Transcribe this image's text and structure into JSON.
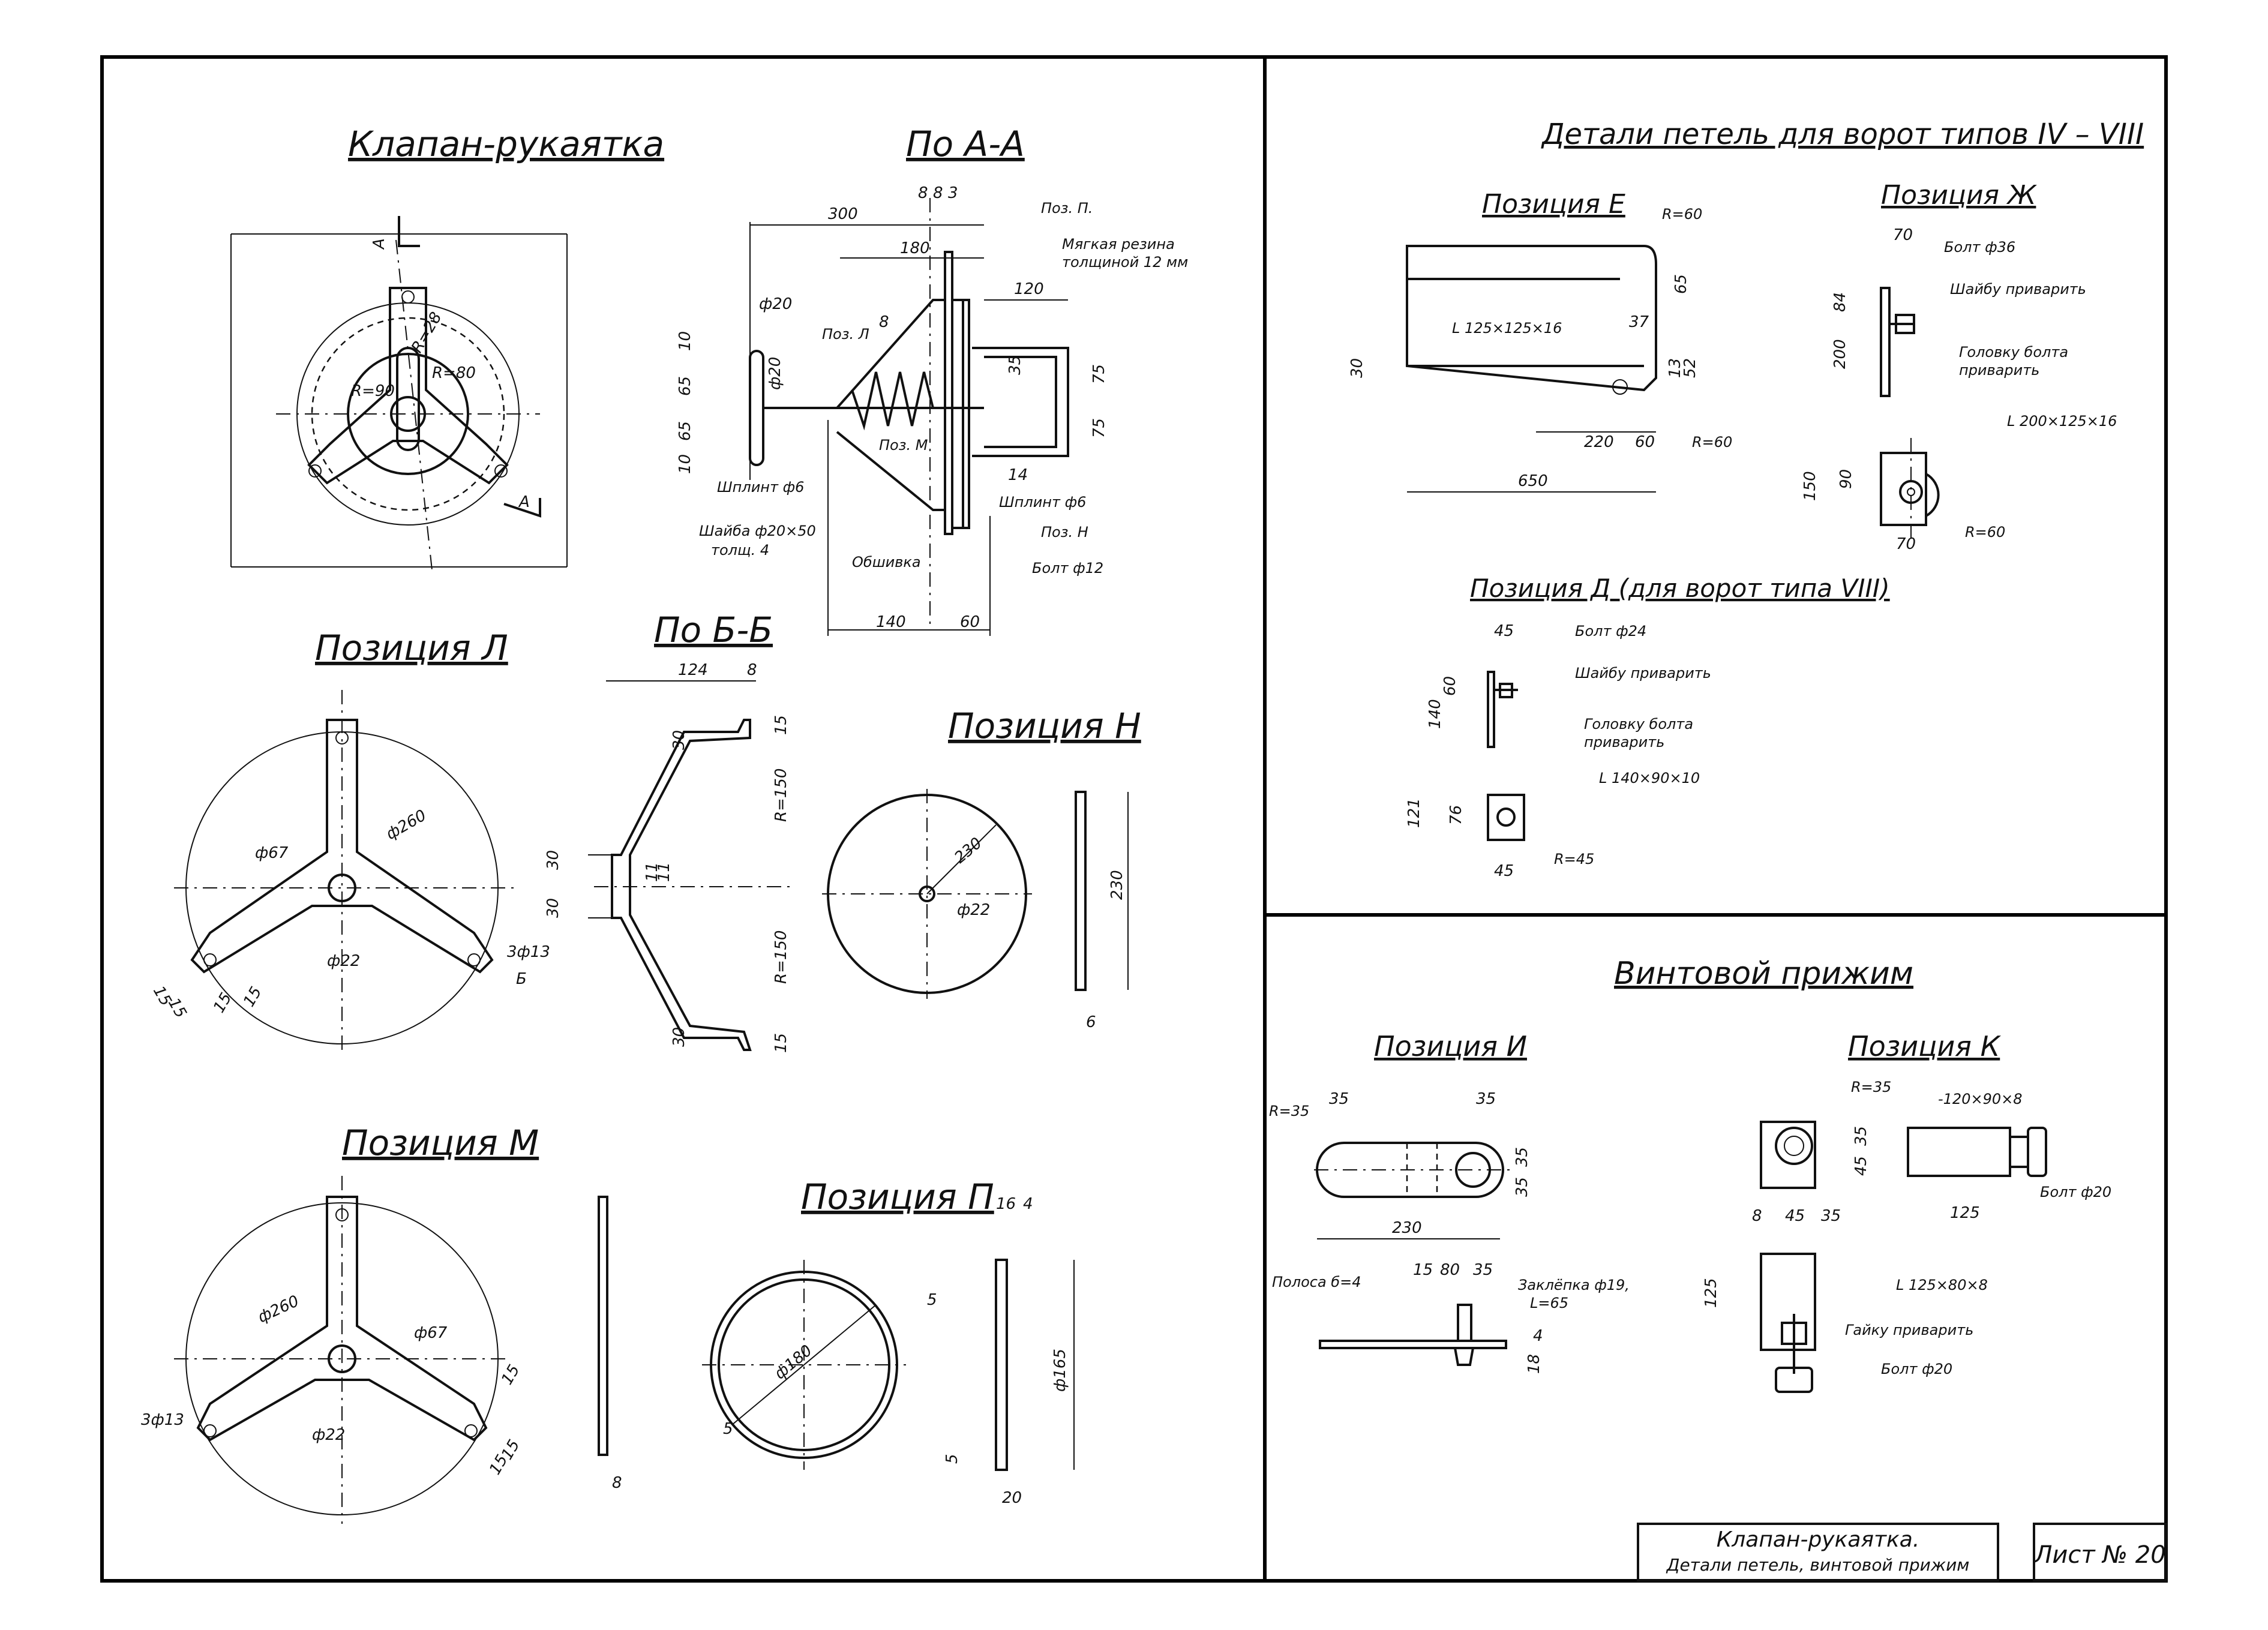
{
  "sheet": {
    "title_block": {
      "line1": "Клапан-рукаятка.",
      "line2": "Детали петель, винтовой прижим",
      "sheet_no": "Лист № 20"
    }
  },
  "klapan": {
    "title": "Клапан-рукаятка",
    "labels": {
      "R90": "R=90",
      "R80": "R=80",
      "R28": "R=28",
      "A_top": "A",
      "A_bot": "A"
    }
  },
  "section_aa": {
    "title": "По А-А",
    "dims": {
      "d300": "300",
      "d180": "180",
      "d120": "120",
      "d8a": "8",
      "d8b": "8",
      "d3": "3",
      "d20": "ф20",
      "d20b": "ф20",
      "d10a": "10",
      "d65a": "65",
      "d65b": "65",
      "d10b": "10",
      "d35": "35",
      "d75a": "75",
      "d75b": "75",
      "d14": "14",
      "d140": "140",
      "d60": "60",
      "d8": "8"
    },
    "notes": {
      "pozP": "Поз. П.",
      "rubber1": "Мягкая резина",
      "rubber2": "толщиной 12 мм",
      "pozL": "Поз. Л",
      "pozM": "Поз. М",
      "pozN": "Поз. Н",
      "shplint1": "Шплинт ф6",
      "shplint2": "Шплинт ф6",
      "shayba1": "Шайба ф20×50",
      "shayba2": "толщ. 4",
      "obshivka": "Обшивка",
      "bolt": "Болт ф12"
    }
  },
  "poz_l": {
    "title": "Позиция Л",
    "dims": {
      "d67": "ф67",
      "d260": "ф260",
      "d22": "ф22",
      "d3f13": "3ф13",
      "d15a": "15",
      "d15b": "15",
      "d15c": "15",
      "d15d": "15",
      "b": "Б"
    }
  },
  "section_bb": {
    "title": "По Б-Б",
    "dims": {
      "d124": "124",
      "d8": "8",
      "d30a": "30",
      "d15a": "15",
      "r150a": "R=150",
      "d30b": "30",
      "d30c": "30",
      "d11a": "11",
      "d11b": "11",
      "r150b": "R=150",
      "d30d": "30",
      "d15b": "15"
    }
  },
  "poz_n": {
    "title": "Позиция Н",
    "dims": {
      "d230": "230",
      "d22": "ф22",
      "side230": "230",
      "t6": "6"
    }
  },
  "poz_m": {
    "title": "Позиция М",
    "dims": {
      "d260": "ф260",
      "d67": "ф67",
      "d3f13": "3ф13",
      "d22": "ф22",
      "d15a": "15",
      "d15b": "15",
      "d15c": "15",
      "t8": "8"
    }
  },
  "poz_p": {
    "title": "Позиция П",
    "dims": {
      "d180": "ф180",
      "d5a": "5",
      "d5b": "5",
      "d16": "16",
      "d4": "4",
      "d165": "ф165",
      "d5c": "5",
      "d20": "20"
    }
  },
  "petli": {
    "title": "Детали петель для ворот типов IV – VIII",
    "poz_e": {
      "title": "Позиция Е",
      "dims": {
        "r60a": "R=60",
        "d65": "65",
        "angle": "L 125×125×16",
        "d37": "37",
        "d13": "13",
        "d52": "52",
        "d30": "30",
        "d220": "220",
        "d60": "60",
        "r60b": "R=60",
        "d650": "650"
      }
    },
    "poz_zh": {
      "title": "Позиция Ж",
      "dims": {
        "d70a": "70",
        "bolt": "Болт ф36",
        "shaybu": "Шайбу приварить",
        "d84": "84",
        "d200": "200",
        "golovku1": "Головку болта",
        "golovku2": "приварить",
        "angle": "L 200×125×16",
        "d150": "150",
        "d90": "90",
        "d70b": "70",
        "r60": "R=60"
      }
    },
    "poz_d": {
      "title": "Позиция Д (для ворот типа VIII)",
      "dims": {
        "d45a": "45",
        "bolt": "Болт ф24",
        "shaybu": "Шайбу приварить",
        "d60": "60",
        "d140": "140",
        "golovku1": "Головку болта",
        "golovku2": "приварить",
        "angle": "L 140×90×10",
        "d121": "121",
        "d76": "76",
        "d45b": "45",
        "r45": "R=45"
      }
    }
  },
  "prizhim": {
    "title": "Винтовой прижим",
    "poz_i": {
      "title": "Позиция И",
      "dims": {
        "r35": "R=35",
        "d35a": "35",
        "d35b": "35",
        "d35c": "35",
        "d35d": "35",
        "d230": "230",
        "polosa": "Полоса б=4",
        "d15": "15",
        "d80": "80",
        "d35e": "35",
        "zaklepka1": "Заклёпка ф19,",
        "zaklepka2": "L=65",
        "d4": "4",
        "d18": "18"
      }
    },
    "poz_k": {
      "title": "Позиция К",
      "dims": {
        "r35": "R=35",
        "plate": "-120×90×8",
        "d35a": "35",
        "d45a": "45",
        "bolt1": "Болт ф20",
        "d8": "8",
        "d45b": "45",
        "d35b": "35",
        "d125a": "125",
        "angle": "L 125×80×8",
        "d125b": "125",
        "gaiku": "Гайку приварить",
        "bolt2": "Болт ф20"
      }
    }
  }
}
